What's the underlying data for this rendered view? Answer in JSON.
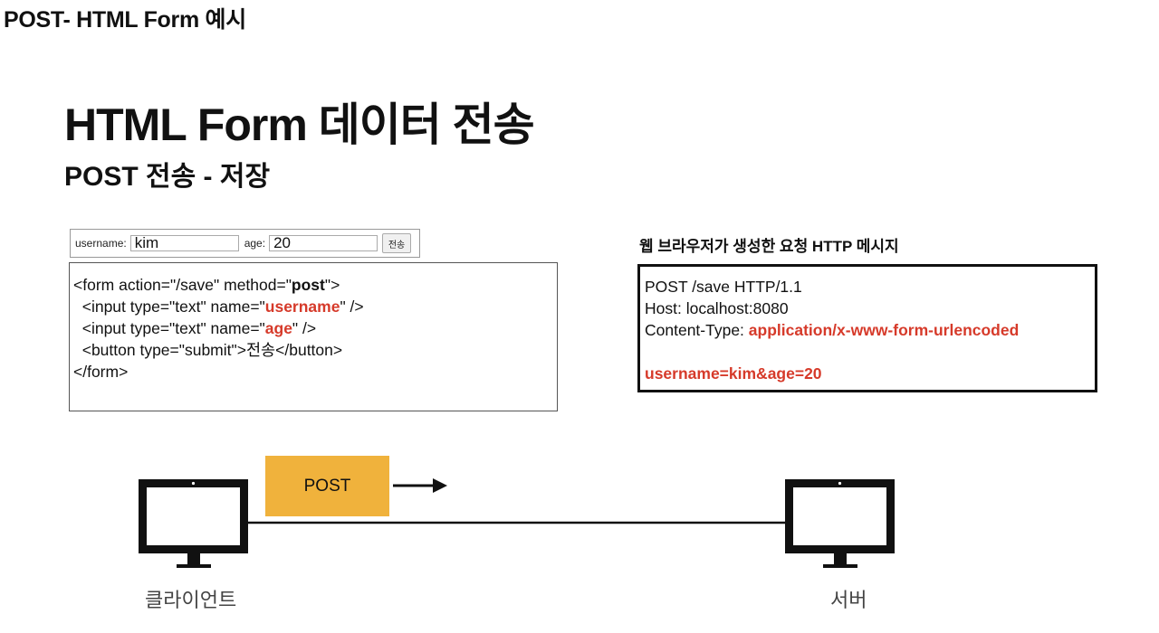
{
  "page": {
    "top_title": "POST- HTML Form 예시",
    "main_title": "HTML Form 데이터 전송",
    "subtitle": "POST 전송 - 저장"
  },
  "form_preview": {
    "username_label": "username:",
    "username_value": "kim",
    "age_label": "age:",
    "age_value": "20",
    "submit_label": "전송"
  },
  "code": {
    "l1_a": "<form action=\"/save\" method=\"",
    "l1_b": "post",
    "l1_c": "\">",
    "l2_a": "  <input type=\"text\" name=\"",
    "l2_b": "username",
    "l2_c": "\" />",
    "l3_a": "  <input type=\"text\" name=\"",
    "l3_b": "age",
    "l3_c": "\" />",
    "l4": "  <button type=\"submit\">전송</button>",
    "l5": "</form>"
  },
  "http": {
    "label": "웹 브라우저가 생성한 요청 HTTP 메시지",
    "line1": "POST /save HTTP/1.1",
    "line2": "Host: localhost:8080",
    "line3_a": "Content-Type: ",
    "line3_b": "application/x-www-form-urlencoded",
    "body": "username=kim&age=20"
  },
  "diagram": {
    "post_label": "POST",
    "client_label": "클라이언트",
    "server_label": "서버"
  },
  "colors": {
    "accent_red": "#d63a2a",
    "post_box": "#f0b23c"
  }
}
